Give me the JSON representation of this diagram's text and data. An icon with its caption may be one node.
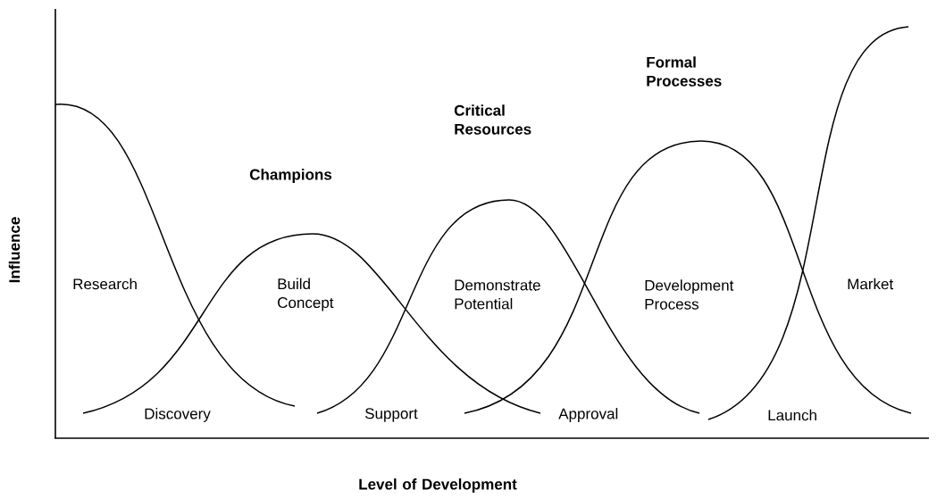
{
  "diagram": {
    "labels": [
      "Formal Processes",
      "Critical Resources",
      "Champions",
      "Influence",
      "Research",
      "Build Concept",
      "Demonstrate Potential",
      "Development Process",
      "Market",
      "Discovery",
      "Support",
      "Approval",
      "Launch",
      "Level of Development"
    ]
  }
}
